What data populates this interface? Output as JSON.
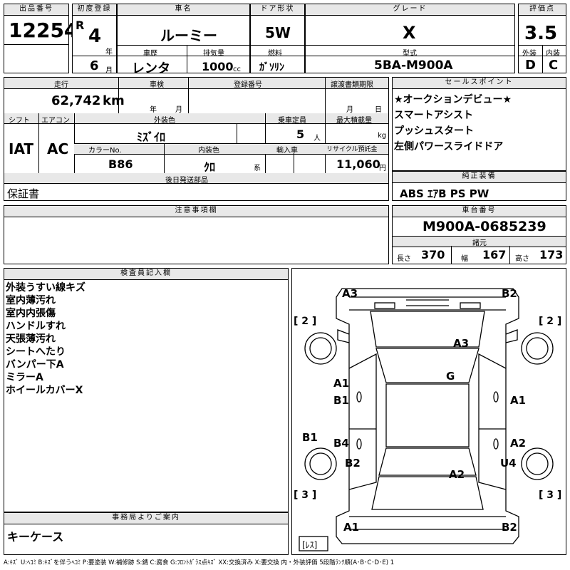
{
  "header": {
    "lot_label": "出品番号",
    "lot_no": "12254",
    "first_reg_label": "初度登録",
    "era": "R",
    "year_num": "4",
    "year_unit": "年",
    "month_num": "6",
    "month_unit": "月",
    "car_name_label": "車名",
    "car_name": "ルーミー",
    "door_label": "ドア形状",
    "door": "5W",
    "grade_label": "グレード",
    "grade": "X",
    "score_label": "評価点",
    "score": "3.5",
    "history_label": "車歴",
    "history": "レンタ",
    "displacement_label": "排気量",
    "displacement": "1000",
    "displacement_unit": "cc",
    "fuel_label": "燃料",
    "fuel": "ｶﾞｿﾘﾝ",
    "model_label": "型式",
    "model": "5BA-M900A",
    "exterior_label": "外装",
    "exterior": "D",
    "interior_label": "内装",
    "interior": "C"
  },
  "spec": {
    "mileage_label": "走行",
    "mileage": "62,742",
    "mileage_unit": "km",
    "inspection_label": "車検",
    "insp_year": "年",
    "insp_month": "月",
    "regno_label": "登録番号",
    "transfer_label": "譲渡書類期限",
    "transfer_month": "月",
    "transfer_day": "日",
    "shift_label": "シフト",
    "shift": "IAT",
    "ac_label": "エアコン",
    "ac": "AC",
    "color_label": "外装色",
    "color": "ﾐｽﾞｲﾛ",
    "capacity_label": "乗車定員",
    "capacity": "5",
    "capacity_unit": "人",
    "maxload_label": "最大積載量",
    "maxload_unit": "kg",
    "colorno_label": "カラーNo.",
    "colorno": "B86",
    "intcolor_label": "内装色",
    "intcolor": "ｸﾛ",
    "intcolor_unit": "系",
    "import_label": "輸入車",
    "recycle_label": "リサイクル預託金",
    "recycle": "11,060",
    "recycle_unit": "円",
    "later_label": "後日発送部品",
    "later": "保証書"
  },
  "sales": {
    "title": "セールスポイント",
    "items": [
      "★オークションデビュー★",
      "スマートアシスト",
      "プッシュスタート",
      "左側パワースライドドア"
    ]
  },
  "equip": {
    "title": "純正装備",
    "text": "ABS ｴｱB PS PW"
  },
  "caution": {
    "title": "注意事項欄"
  },
  "chassis": {
    "title": "車台番号",
    "number": "M900A-0685239",
    "dims_title": "諸元",
    "length_label": "長さ",
    "length": "370",
    "width_label": "幅",
    "width": "167",
    "height_label": "高さ",
    "height": "173"
  },
  "inspector": {
    "title": "検査員記入欄",
    "lines": [
      "外装うすい線キズ",
      "室内薄汚れ",
      "室内内張傷",
      "ハンドルすれ",
      "天張薄汚れ",
      "シートへたり",
      "バンパー下A",
      "ミラーA",
      "ホイールカバーX"
    ]
  },
  "office": {
    "title": "事務局よりご案内",
    "text": "キーケース"
  },
  "diagram": {
    "marks": [
      "A3",
      "B2",
      "A3",
      "G",
      "A1",
      "B1",
      "A1",
      "B1",
      "B4",
      "A2",
      "B2",
      "U4",
      "A2",
      "A1",
      "B2"
    ],
    "tire_fl": "[ 2 ]",
    "tire_fr": "[ 2 ]",
    "tire_rl": "[ 3 ]",
    "tire_rr": "[ 3 ]",
    "spare": "[ﾚｽ]"
  },
  "legend": "A:ｷｽﾞ U:ﾍｺﾐ B:ｷｽﾞを伴うﾍｺﾐ P:要塗装 W:補修跡 S:錆 C:腐食 G:ﾌﾛﾝﾄｶﾞﾗｽ点ｷｽﾞ XX:交換済み X:要交換 内・外装評価 5段階ﾗﾝｸ順(A･B･C･D･E) 1"
}
